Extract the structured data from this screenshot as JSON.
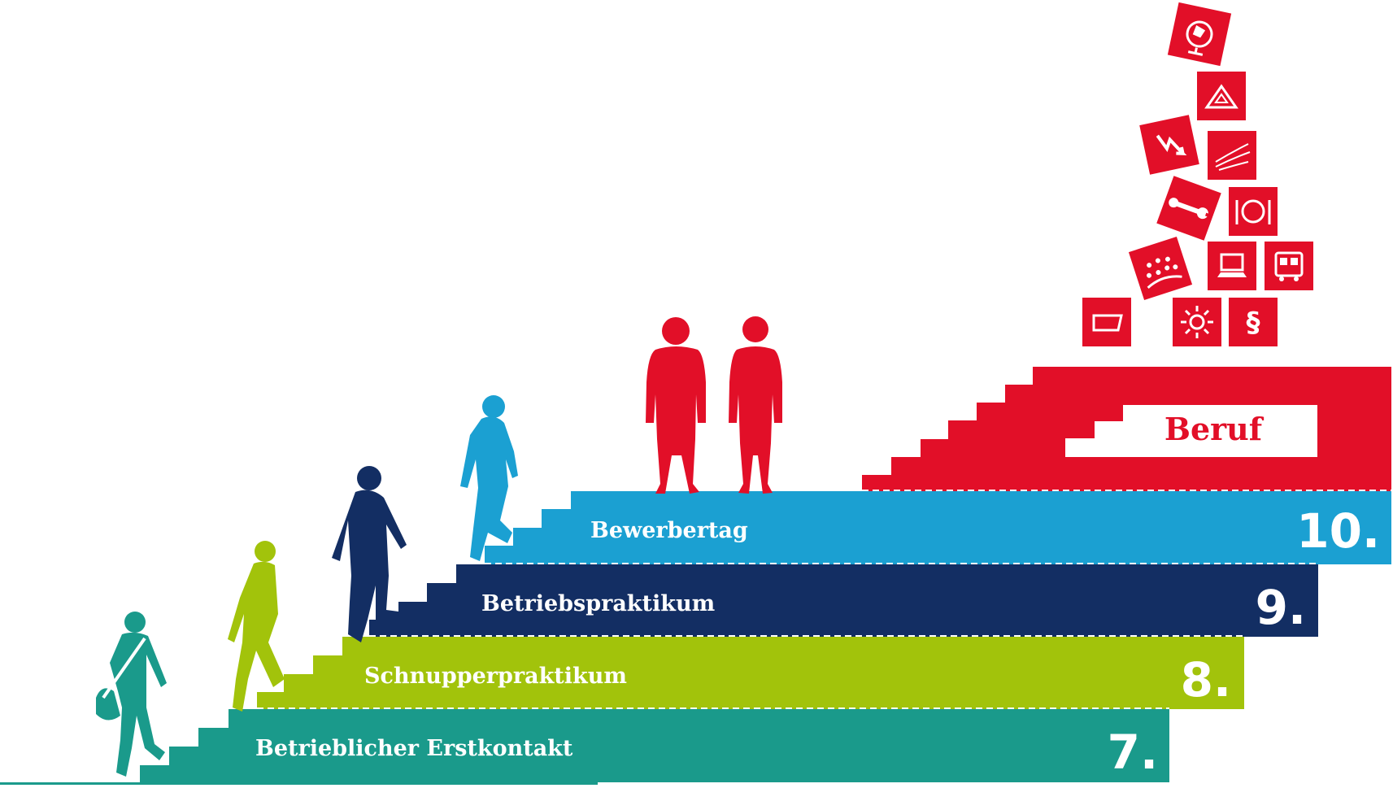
{
  "steps": [
    {
      "label": "Betrieblicher Erstkontakt",
      "grade": "7.",
      "color": "#1a9a8b"
    },
    {
      "label": "Schnupperpraktikum",
      "grade": "8.",
      "color": "#a2c30b"
    },
    {
      "label": "Betriebspraktikum",
      "grade": "9.",
      "color": "#132e63"
    },
    {
      "label": "Bewerbertag",
      "grade": "10.",
      "color": "#1ba0d2"
    }
  ],
  "goal": {
    "label": "Beruf",
    "color": "#e20f28"
  },
  "icons": [
    "globe-icon",
    "set-square-icon",
    "electricity-icon",
    "hand-care-icon",
    "wrench-icon",
    "plate-cutlery-icon",
    "audience-icon",
    "computer-icon",
    "bus-icon",
    "window-pane-icon",
    "sun-icon",
    "paragraph-icon"
  ],
  "icon_glyphs": {
    "paragraph": "§"
  }
}
